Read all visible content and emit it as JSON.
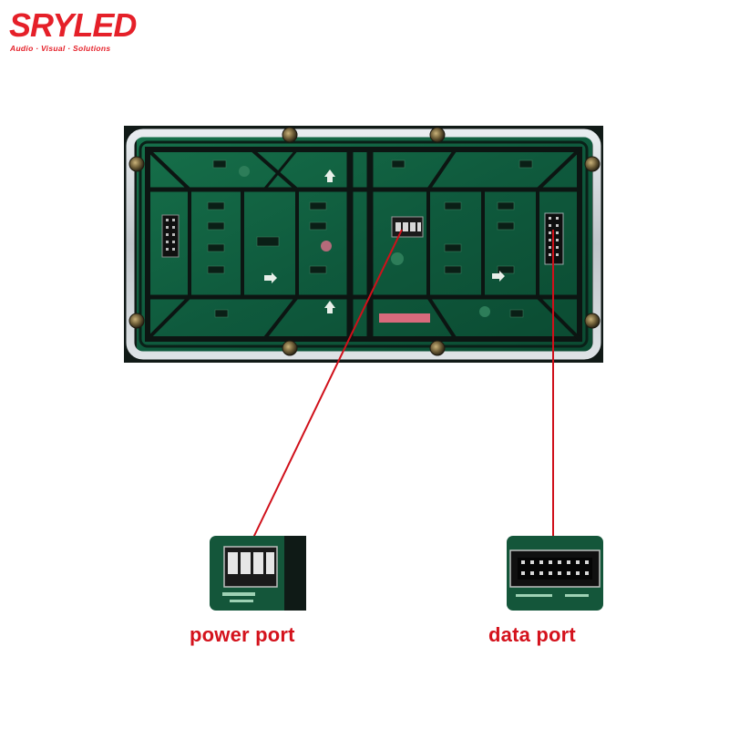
{
  "brand": {
    "name": "SRYLED",
    "tagline": "Audio · Visual · Solutions",
    "color": "#e52029"
  },
  "callouts": {
    "power_label": "power port",
    "data_label": "data port",
    "label_color": "#d4121c",
    "line_color": "#d0101a"
  },
  "pcb_colors": {
    "board": "#0f5a3d",
    "frame": "#111a17",
    "bezel": "#cfd4d8"
  }
}
